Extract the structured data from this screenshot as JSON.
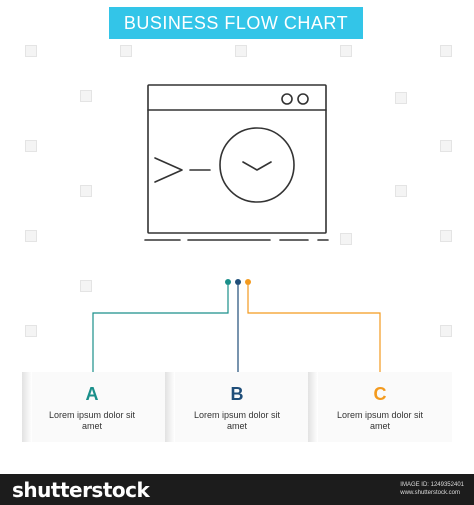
{
  "banner": {
    "title": "BUSINESS FLOW CHART",
    "color": "#33c5e8"
  },
  "steps": [
    {
      "letter": "A",
      "text": "Lorem ipsum dolor sit amet",
      "color": "#1a8f8a"
    },
    {
      "letter": "B",
      "text": "Lorem ipsum dolor sit amet",
      "color": "#1f4e79"
    },
    {
      "letter": "C",
      "text": "Lorem ipsum dolor sit amet",
      "color": "#f39a1e"
    }
  ],
  "footer": {
    "logo": "shutterstock",
    "image_id_label": "IMAGE ID: 1249352401",
    "site": "www.shutterstock.com"
  },
  "icons": [
    "browser-window-icon",
    "clock-icon",
    "terminal-prompt-icon"
  ]
}
